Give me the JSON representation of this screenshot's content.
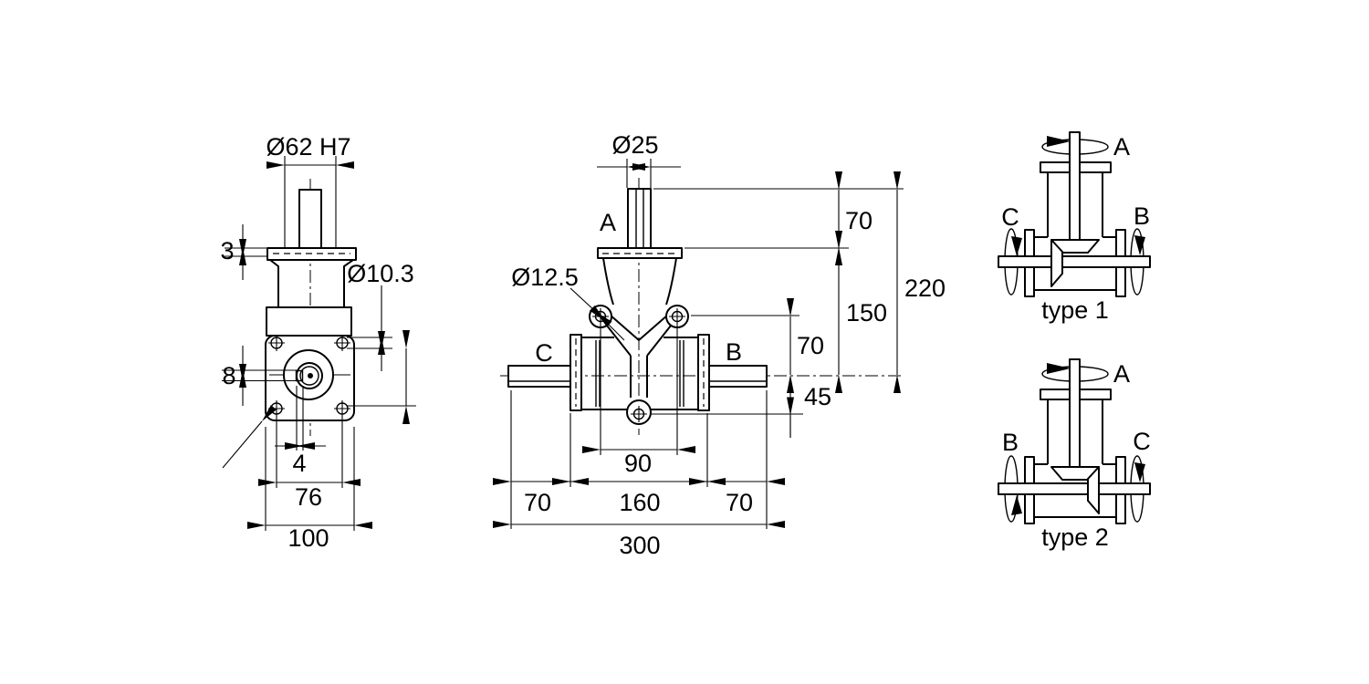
{
  "page": {
    "background": "#ffffff",
    "ink": "#000000"
  },
  "side_view": {
    "dims": {
      "pilot_diameter": "Ø62 H7",
      "flange_thickness": "3",
      "corner_hole_diameter": "Ø10.3",
      "keyway_width": "8",
      "keyway_depth": "4",
      "bolt_hole_spacing": "76",
      "flange_size": "100"
    }
  },
  "front_view": {
    "labels": {
      "top_shaft": "A",
      "left_shaft": "C",
      "right_shaft": "B"
    },
    "dims": {
      "input_shaft_diameter": "Ø25",
      "lug_hole_diameter": "Ø12.5",
      "lug_hole_spacing": "90",
      "left_shaft_length": "70",
      "body_length": "160",
      "right_shaft_length": "70",
      "overall_length": "300",
      "shaft_projection": "70",
      "axis_height": "150",
      "overall_height": "220",
      "lug_above_axis": "70",
      "bottom_lug_below_axis": "45"
    }
  },
  "type1": {
    "caption": "type 1",
    "labels": {
      "top": "A",
      "left": "C",
      "right": "B"
    }
  },
  "type2": {
    "caption": "type 2",
    "labels": {
      "top": "A",
      "left": "B",
      "right": "C"
    }
  }
}
